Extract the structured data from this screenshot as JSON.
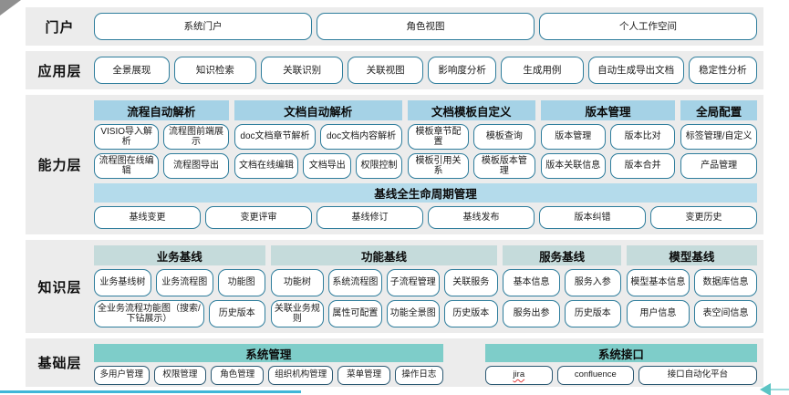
{
  "colors": {
    "band_bg": "#ececec",
    "capability_header": "#a5d2e6",
    "lifecycle_header": "#b4dbeb",
    "knowledge_header": "#c5dbdb",
    "base_header": "#7ecdc9",
    "button_border": "#2e7d9c",
    "button_border_dark": "#2a5872",
    "bottom_line": "#3fb6d8",
    "arrow": "#5bc4c4"
  },
  "layers": [
    {
      "key": "portal",
      "label": "门户",
      "height": 42,
      "groups": [
        {
          "header": null,
          "flex": 1,
          "rows": [
            [
              {
                "label": "系统门户"
              },
              {
                "label": "角色视图"
              },
              {
                "label": "个人工作空间"
              }
            ]
          ]
        }
      ]
    },
    {
      "key": "app",
      "label": "应用层",
      "height": 42,
      "groups": [
        {
          "header": null,
          "flex": 1,
          "rows": [
            [
              {
                "label": "全景展现",
                "flex": 1
              },
              {
                "label": "知识检索",
                "flex": 1.1
              },
              {
                "label": "关联识别",
                "flex": 1.1
              },
              {
                "label": "关联视图",
                "flex": 1
              },
              {
                "label": "影响度分析",
                "flex": 0.9
              },
              {
                "label": "生成用例",
                "flex": 1.1
              },
              {
                "label": "自动生成导出文档",
                "flex": 1.3
              },
              {
                "label": "稳定性分析",
                "flex": 0.9
              }
            ]
          ]
        }
      ]
    },
    {
      "key": "capability",
      "label": "能力层",
      "height": 153,
      "header_color_key": "capability_header",
      "groups": [
        {
          "header": "流程自动解析",
          "flex": 150,
          "rows": [
            [
              {
                "label": "VISIO导入解析"
              },
              {
                "label": "流程图前端展示"
              }
            ],
            [
              {
                "label": "流程图在线编辑"
              },
              {
                "label": "流程图导出"
              }
            ]
          ]
        },
        {
          "header": "文档自动解析",
          "flex": 187,
          "rows": [
            [
              {
                "label": "doc文档章节解析"
              },
              {
                "label": "doc文档内容解析"
              }
            ],
            [
              {
                "label": "文档在线编辑",
                "flex": 1.25
              },
              {
                "label": "文档导出",
                "flex": 0.9
              },
              {
                "label": "权限控制",
                "flex": 0.85
              }
            ]
          ]
        },
        {
          "header": "文档模板自定义",
          "flex": 142,
          "rows": [
            [
              {
                "label": "模板章节配置"
              },
              {
                "label": "模板查询"
              }
            ],
            [
              {
                "label": "模板引用关系"
              },
              {
                "label": "模板版本管理"
              }
            ]
          ]
        },
        {
          "header": "版本管理",
          "flex": 150,
          "rows": [
            [
              {
                "label": "版本管理"
              },
              {
                "label": "版本比对"
              }
            ],
            [
              {
                "label": "版本关联信息"
              },
              {
                "label": "版本合并"
              }
            ]
          ]
        },
        {
          "header": "全局配置",
          "flex": 85,
          "rows": [
            [
              {
                "label": "标签管理/自定义"
              }
            ],
            [
              {
                "label": "产品管理"
              }
            ]
          ]
        }
      ],
      "sub_band": {
        "header": "基线全生命周期管理",
        "items": [
          {
            "label": "基线变更"
          },
          {
            "label": "变更评审"
          },
          {
            "label": "基线修订"
          },
          {
            "label": "基线发布"
          },
          {
            "label": "版本纠错"
          },
          {
            "label": "变更历史"
          }
        ]
      }
    },
    {
      "key": "knowledge",
      "label": "知识层",
      "height": 102,
      "header_color_key": "knowledge_header",
      "groups": [
        {
          "header": "业务基线",
          "flex": 190,
          "rows": [
            [
              {
                "label": "业务基线树"
              },
              {
                "label": "业务流程图"
              },
              {
                "label": "功能图",
                "flex": 0.8
              }
            ],
            [
              {
                "label": "全业务流程功能图（搜索/下钻展示）",
                "flex": 2.1
              },
              {
                "label": "历史版本",
                "flex": 1
              }
            ]
          ]
        },
        {
          "header": "功能基线",
          "flex": 252,
          "rows": [
            [
              {
                "label": "功能树"
              },
              {
                "label": "系统流程图"
              },
              {
                "label": "子流程管理"
              },
              {
                "label": "关联服务"
              }
            ],
            [
              {
                "label": "关联业务规则"
              },
              {
                "label": "属性可配置"
              },
              {
                "label": "功能全景图"
              },
              {
                "label": "历史版本"
              }
            ]
          ]
        },
        {
          "header": "服务基线",
          "flex": 131,
          "rows": [
            [
              {
                "label": "基本信息"
              },
              {
                "label": "服务入参"
              }
            ],
            [
              {
                "label": "服务出参"
              },
              {
                "label": "历史版本"
              }
            ]
          ]
        },
        {
          "header": "模型基线",
          "flex": 145,
          "rows": [
            [
              {
                "label": "模型基本信息"
              },
              {
                "label": "数据库信息"
              }
            ],
            [
              {
                "label": "用户信息"
              },
              {
                "label": "表空间信息"
              }
            ]
          ]
        }
      ]
    },
    {
      "key": "base",
      "label": "基础层",
      "height": 53,
      "header_color_key": "base_header",
      "border_dark": true,
      "groups": [
        {
          "header": "系统管理",
          "flex": 376,
          "rows": [
            [
              {
                "label": "多用户管理"
              },
              {
                "label": "权限管理",
                "flex": 0.95
              },
              {
                "label": "角色管理",
                "flex": 0.95
              },
              {
                "label": "组织机构管理",
                "flex": 1.2
              },
              {
                "label": "菜单管理",
                "flex": 0.95
              },
              {
                "label": "操作日志",
                "flex": 0.85
              }
            ]
          ]
        },
        {
          "header": "系统接口",
          "flex": 293,
          "gap_before": 40,
          "rows": [
            [
              {
                "label": "jira",
                "misspelled": true
              },
              {
                "label": "confluence",
                "flex": 1.15
              },
              {
                "label": "接口自动化平台",
                "flex": 1.85
              }
            ]
          ]
        }
      ]
    }
  ]
}
